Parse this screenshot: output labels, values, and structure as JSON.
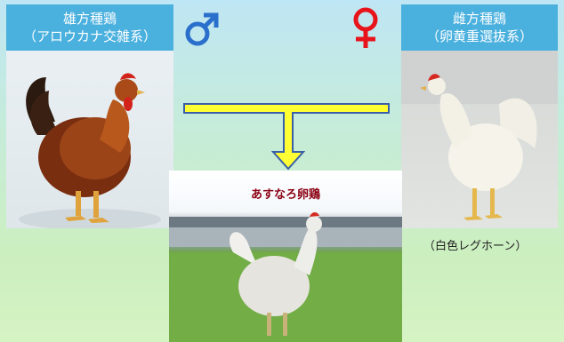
{
  "male_parent": {
    "line1": "雄方種鶏",
    "line2": "（アロウカナ交雑系）"
  },
  "female_parent": {
    "line1": "雌方種鶏",
    "line2": "（卵黄重選抜系）",
    "caption": "（白色レグホーン）"
  },
  "offspring": {
    "title": "あすなろ卵鶏"
  },
  "symbols": {
    "male_icon": "male-symbol-icon",
    "female_icon": "female-symbol-icon",
    "male_color": "#2a6fcc",
    "female_color": "#e8141c"
  },
  "colors": {
    "label_bg": "#4ab0de",
    "arrow_fill": "#ffff33",
    "arrow_stroke": "#3a5fa8"
  }
}
